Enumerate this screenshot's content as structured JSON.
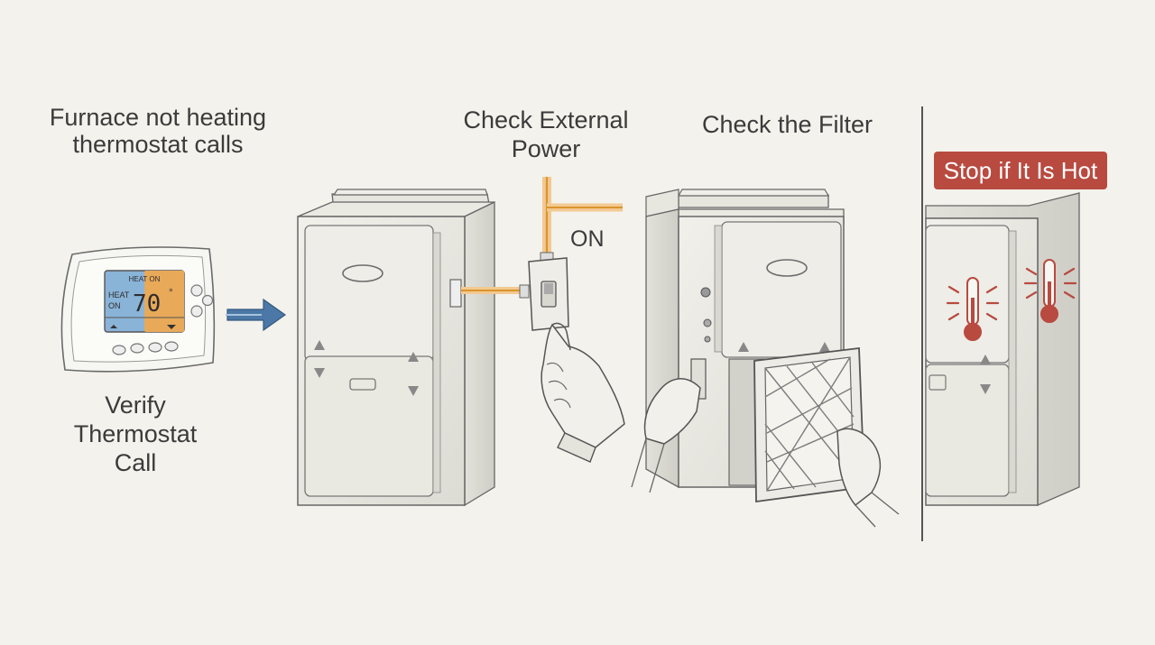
{
  "header": {
    "title_lines": [
      "Furnace not heating",
      "thermostat calls"
    ]
  },
  "steps": [
    {
      "label_lines": [
        "Verify",
        "Thermostat",
        "Call"
      ]
    },
    {
      "label_lines": [
        "Check External",
        "Power"
      ],
      "switch_state": "ON"
    },
    {
      "label_lines": [
        "Check the Filter"
      ]
    },
    {
      "label": "Stop if It Is Hot"
    }
  ],
  "thermostat": {
    "top_text": "HEAT ON",
    "mode_text": "HEAT",
    "state_text": "ON",
    "temperature": "70",
    "unit": "°"
  },
  "colors": {
    "background": "#f3f2ec",
    "arrow": "#4b78a6",
    "power_highlight": "#f0a545",
    "warning": "#b84a40",
    "line": "#555555",
    "thermostat_cool": "#8ab3d8",
    "thermostat_warm": "#e8a959"
  },
  "icons": [
    "thermostat-icon",
    "arrow-right-icon",
    "furnace-icon",
    "power-switch-icon",
    "hand-icon",
    "filter-icon",
    "thermometer-icon",
    "heat-icon"
  ]
}
